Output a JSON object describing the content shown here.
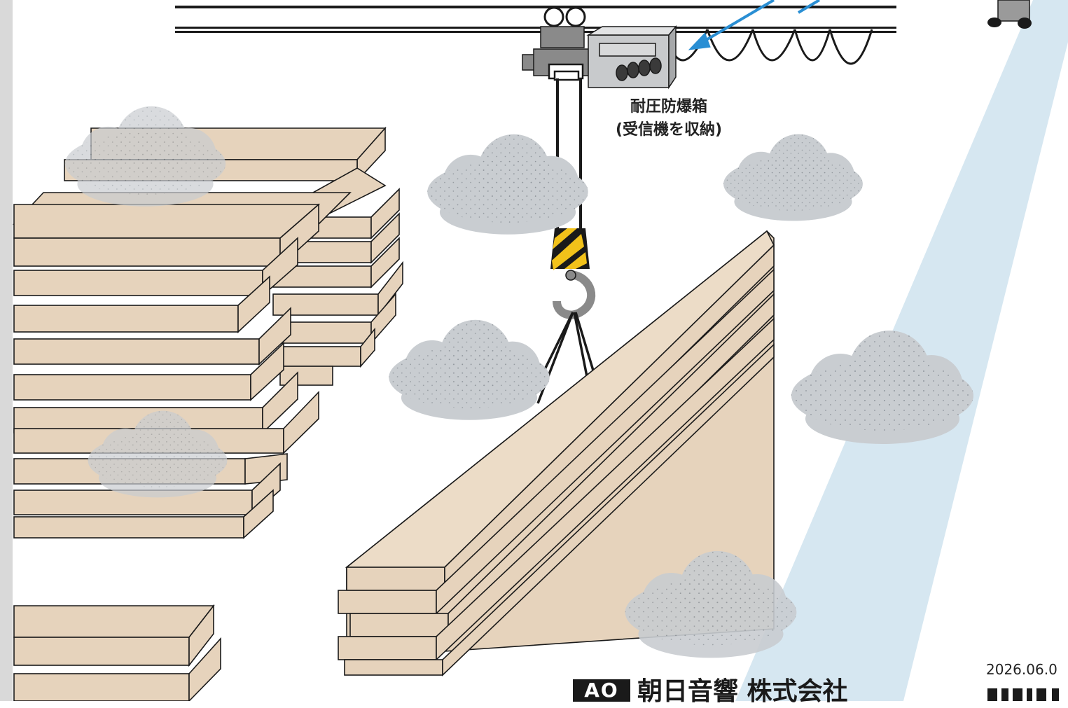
{
  "labels": {
    "enclosure_line1": "耐圧防爆箱",
    "enclosure_line2": "(受信機を収納)"
  },
  "footer": {
    "company_logo": "AO",
    "company_name": "朝日音響 株式会社",
    "date": "2026.06.0"
  },
  "colors": {
    "lumber": "#e6d3bc",
    "lumber_edge": "#1a1a1a",
    "dust_cloud": "#c9cdd1",
    "beam": "#1a1a1a",
    "hoist": "#8a8a8a",
    "hook_stripe_yellow": "#f2c21a",
    "signal_arrow": "#2a8fd4",
    "light_beam": "#cfe3ef",
    "left_border": "#d9d9d9"
  },
  "icons": {
    "hoist": "hoist-trolley-icon",
    "enclosure": "explosion-proof-box-icon",
    "hook": "crane-hook-icon",
    "operator": "operator-figure-icon",
    "qr": "qr-code-icon"
  }
}
